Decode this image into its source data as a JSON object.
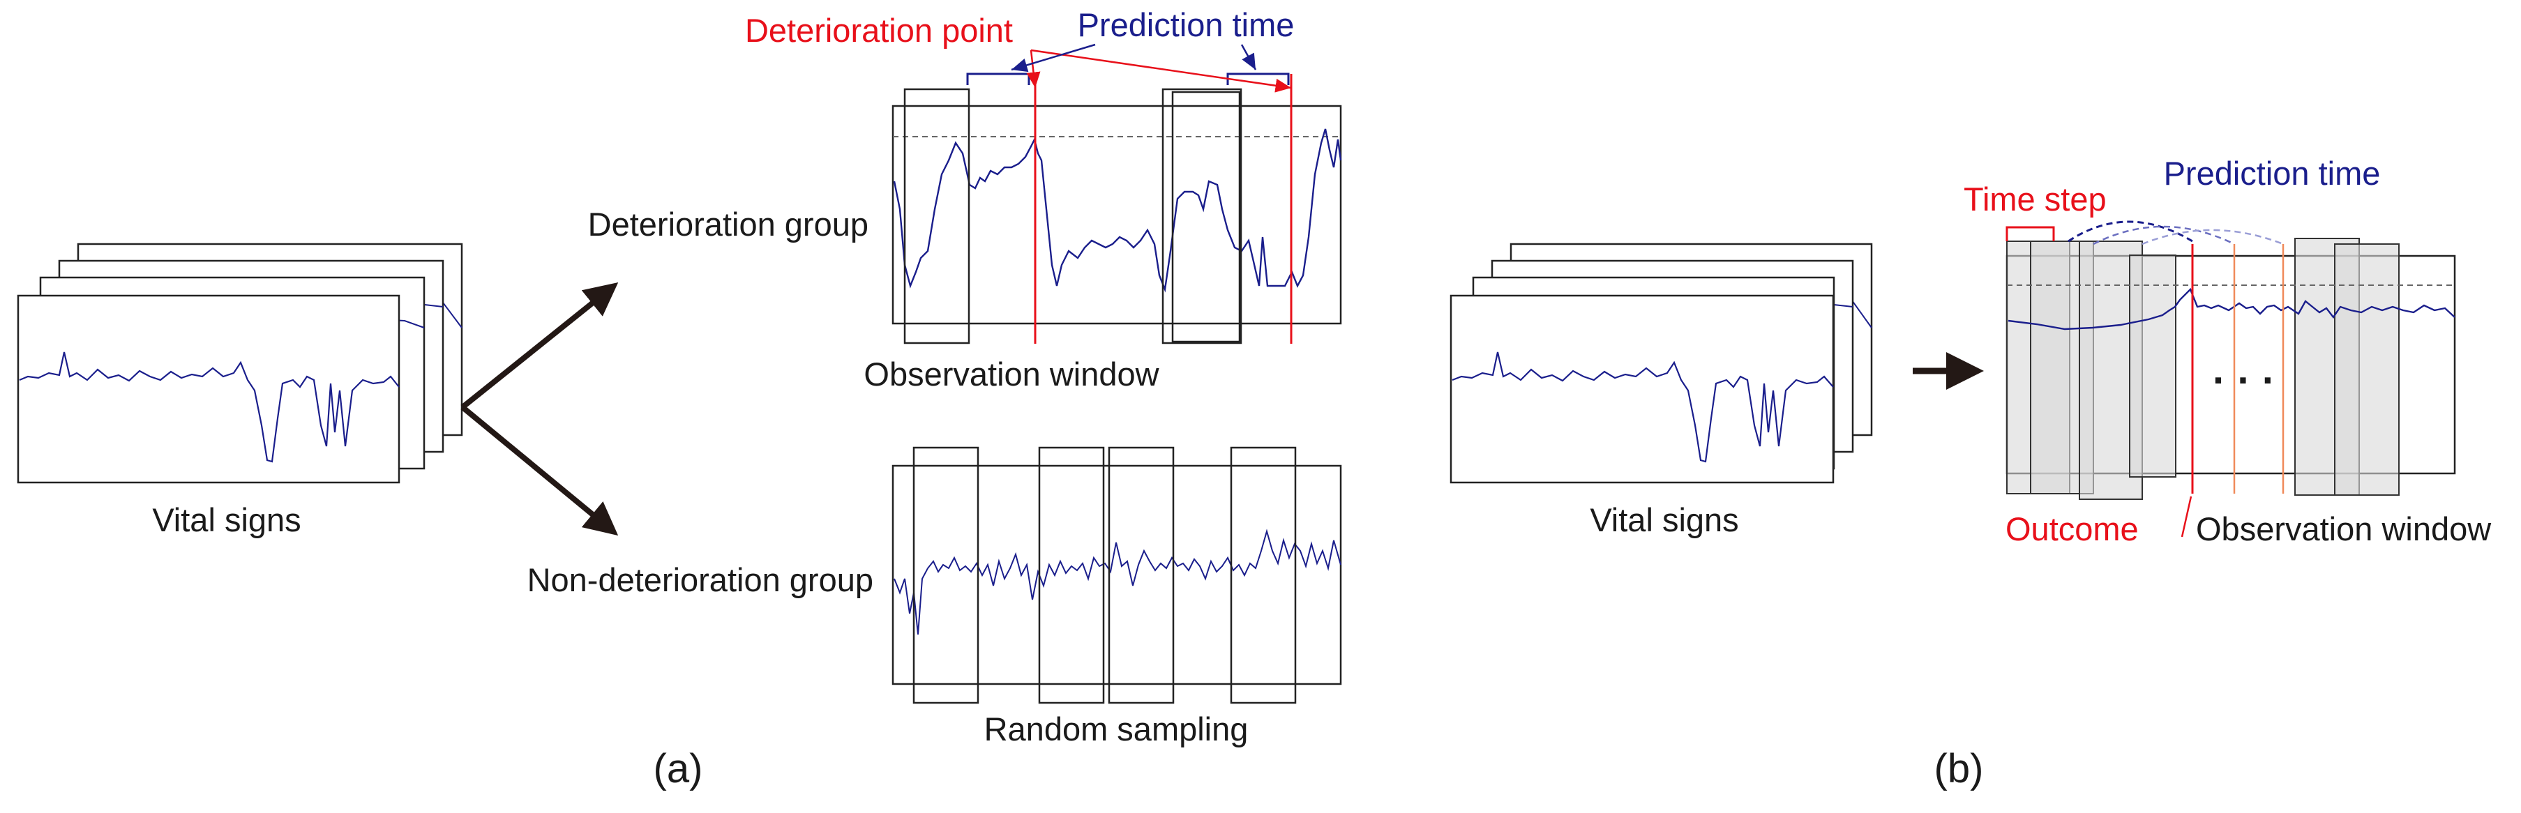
{
  "panel_a": {
    "label": "(a)",
    "vital_signs_label": "Vital signs",
    "deterioration_group_label": "Deterioration group",
    "non_deterioration_group_label": "Non-deterioration group",
    "deterioration_point_label": "Deterioration point",
    "prediction_time_label": "Prediction time",
    "observation_window_label": "Observation window",
    "random_sampling_label": "Random sampling"
  },
  "panel_b": {
    "label": "(b)",
    "vital_signs_label": "Vital signs",
    "time_step_label": "Time step",
    "prediction_time_label": "Prediction time",
    "ellipsis": "· · ·",
    "outcome_label": "Outcome",
    "observation_window_label": "Observation window"
  },
  "colors": {
    "signal": "#1a1e8c",
    "deterioration": "#e8101a",
    "prediction": "#1a1e8c",
    "orange_marker": "#f08a5a",
    "arrow": "#231815",
    "window_fill": "#d9d9d9"
  }
}
